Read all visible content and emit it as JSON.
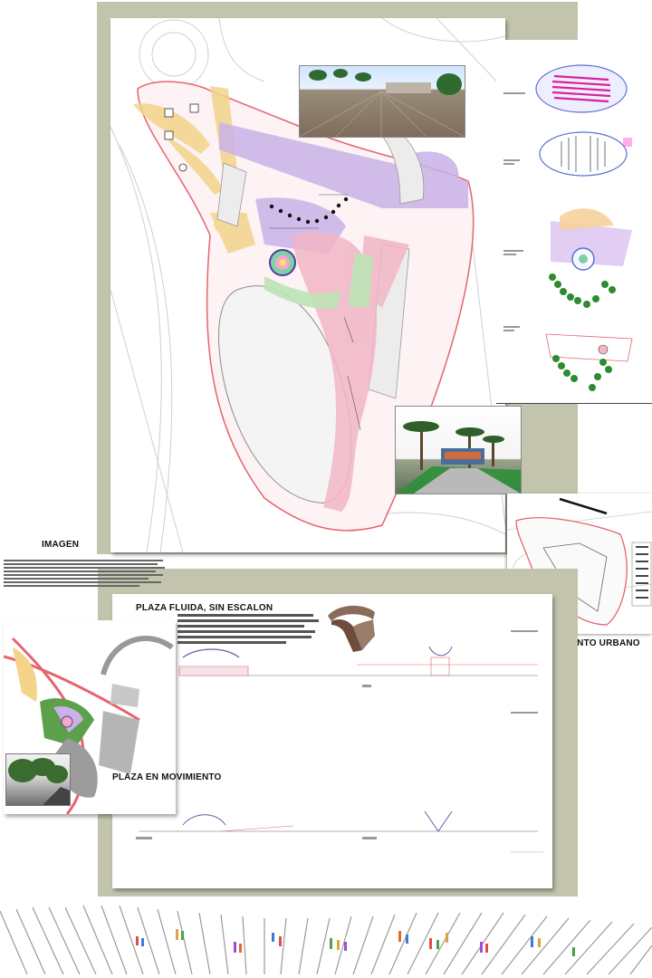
{
  "board": {
    "colors": {
      "olive_frame": "#c3c4ad",
      "plaza_pink": "#f2b6c6",
      "boundary_red": "#e5646e",
      "lilac_path": "#c9b2e8",
      "sand_yellow": "#f3d48a",
      "greenery": "#3a9a3a",
      "ground_grey": "#d8d8d8"
    }
  },
  "labels": {
    "imagen": "IMAGEN",
    "plaza_fluida": "PLAZA FLUIDA, SIN ESCALON",
    "plaza_movimiento": "PLAZA EN MOVIMIENTO",
    "equipamiento": "EQUIPAMIENTO URBANO"
  },
  "icons": {
    "palm": "palm-tree-icon",
    "bench": "curved-bench-icon",
    "person": "person-figure-icon"
  }
}
